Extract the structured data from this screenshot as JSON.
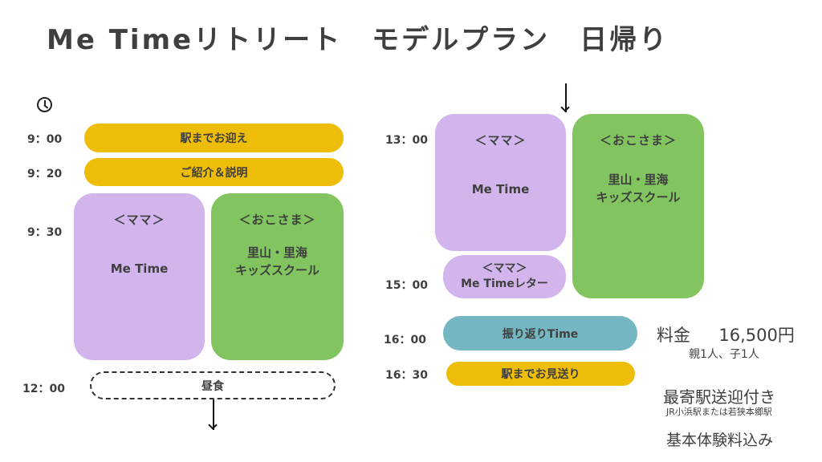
{
  "title": "Me Timeリトリート　モデルプラン　日帰り",
  "times": {
    "t0900": "9：00",
    "t0920": "9：20",
    "t0930": "9：30",
    "t1200": "12：00",
    "t1300": "13：00",
    "t1500": "15：00",
    "t1600": "16：00",
    "t1630": "16：30"
  },
  "schedule": {
    "pickup": "駅までお迎え",
    "intro": "ご紹介＆説明",
    "mama_label": "＜ママ＞",
    "mama_body": "Me Time",
    "kids_label": "＜おこさま＞",
    "kids_line1": "里山・里海",
    "kids_line2": "キッズスクール",
    "lunch": "昼食",
    "letter_label": "＜ママ＞",
    "letter_body": "Me Timeレター",
    "reflection": "振り返りTime",
    "dropoff": "駅までお見送り"
  },
  "info": {
    "price_label": "料金",
    "price_value": "16,500円",
    "price_note": "親1人、子1人",
    "transfer": "最寄駅送迎付き",
    "stations": "JR小浜駅または若狭本郷駅",
    "included": "基本体験料込み"
  },
  "icons": {
    "clock": "clock-icon",
    "arrow": "down-arrow-icon"
  },
  "colors": {
    "yellow": "#eebd0a",
    "purple": "#d1b5ec",
    "green": "#82c560",
    "blue": "#74b6c2",
    "text": "#3f3f3f"
  }
}
